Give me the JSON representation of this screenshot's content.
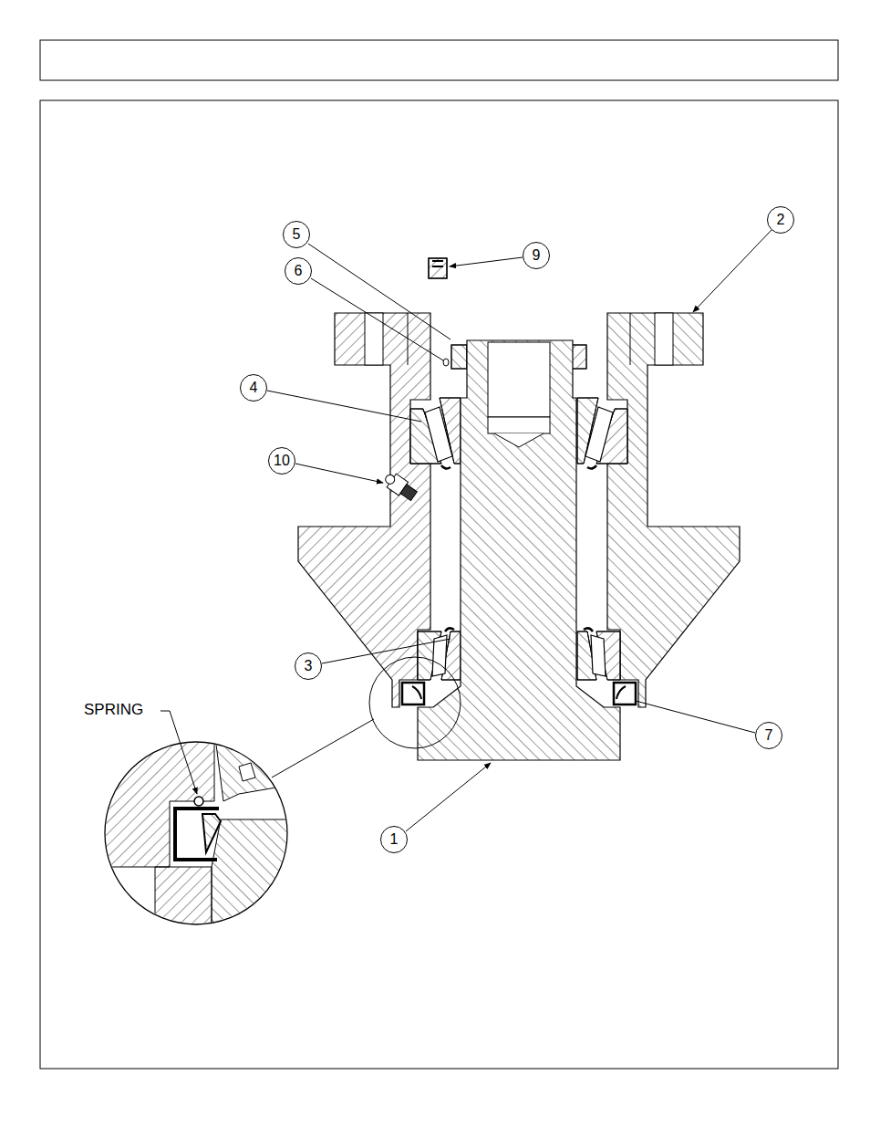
{
  "diagram": {
    "nodes": [
      {
        "text": [
          "2"
        ]
      },
      {
        "text": [
          "5"
        ]
      },
      {
        "text": [
          "9"
        ]
      },
      {
        "text": [
          "6"
        ]
      },
      {
        "text": [
          "4"
        ]
      },
      {
        "text": [
          "10"
        ]
      },
      {
        "text": [
          "3"
        ]
      },
      {
        "text": [
          "7"
        ]
      },
      {
        "text": [
          "1"
        ]
      }
    ],
    "labels": [
      "SPRING"
    ]
  }
}
